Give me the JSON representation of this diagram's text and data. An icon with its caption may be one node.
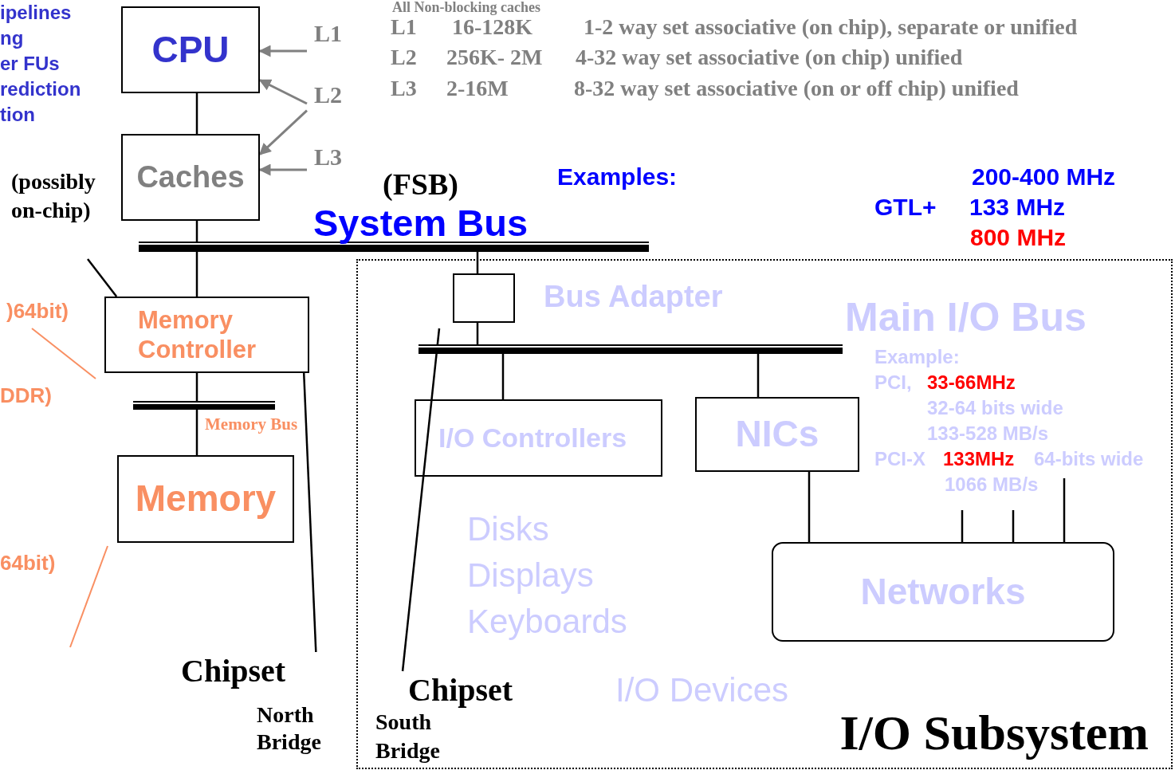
{
  "diagram": {
    "nodes": [
      {
        "text": [
          "CPU"
        ]
      },
      {
        "text": [
          "Caches"
        ],
        "beside": [
          "(possibly on-chip)"
        ]
      },
      {
        "text": [],
        "shape": "bar"
      },
      {
        "text": [
          "Memory Controller"
        ]
      },
      {
        "text": [],
        "shape": "bar"
      },
      {
        "text": [
          "Memory"
        ]
      },
      {
        "text": [
          "I/O Subsystem"
        ]
      },
      {
        "text": [],
        "shape": "box",
        "in": 6,
        "beside": [
          "Bus Adapter"
        ]
      },
      {
        "text": [],
        "shape": "bar",
        "in": 6
      },
      {
        "text": [
          "I/O Controllers"
        ],
        "in": 6
      },
      {
        "text": [
          "NICs"
        ],
        "in": 6
      },
      {
        "text": [
          "Networks"
        ],
        "in": 6
      },
      {
        "text": [
          "Chipset",
          "North Bridge"
        ]
      },
      {
        "text": [
          "Chipset",
          "South Bridge"
        ],
        "in": 6
      },
      {
        "text": [
          "L1"
        ]
      },
      {
        "text": [
          "L2"
        ]
      },
      {
        "text": [
          "L3"
        ]
      }
    ],
    "edges": [
      {
        "from": 0,
        "to": 1,
        "arrow": "none"
      },
      {
        "from": 1,
        "to": 2,
        "arrow": "none"
      },
      {
        "from": 2,
        "to": 3,
        "arrow": "none"
      },
      {
        "from": 3,
        "to": 4,
        "arrow": "none"
      },
      {
        "from": 4,
        "to": 5,
        "arrow": "none"
      },
      {
        "from": 2,
        "to": 7,
        "arrow": "none"
      },
      {
        "from": 7,
        "to": 8,
        "arrow": "none"
      },
      {
        "from": 8,
        "to": 9,
        "arrow": "none"
      },
      {
        "from": 8,
        "to": 10,
        "arrow": "none"
      },
      {
        "from": 10,
        "to": 11,
        "arrow": "none"
      },
      {
        "from": null,
        "to": 11,
        "arrow": "none"
      },
      {
        "from": null,
        "to": 11,
        "arrow": "none"
      },
      {
        "from": null,
        "to": 11,
        "arrow": "none"
      },
      {
        "from": null,
        "to": 3,
        "arrow": "none"
      },
      {
        "from": 12,
        "to": 3,
        "arrow": "none"
      },
      {
        "from": 13,
        "to": null,
        "arrow": "none"
      },
      {
        "from": 14,
        "to": 0,
        "arrow": "to",
        "color": "#808080"
      },
      {
        "from": 15,
        "to": 0,
        "arrow": "to",
        "color": "#808080"
      },
      {
        "from": 15,
        "to": 1,
        "arrow": "to",
        "color": "#808080"
      },
      {
        "from": 16,
        "to": 1,
        "arrow": "to",
        "color": "#808080"
      }
    ],
    "labels": [
      "ipelines",
      "ng",
      "er FUs",
      "rediction",
      "tion",
      "All Non-blocking caches",
      "L1",
      "16-128K",
      "1-2 way set associative (on chip), separate or unified",
      "L2",
      "256K- 2M",
      "4-32 way set associative  (on chip) unified",
      "L3",
      "2-16M",
      "8-32  way set associative  (on or off chip) unified",
      "(FSB)",
      "System Bus",
      "Examples:",
      "200-400 MHz",
      "GTL+",
      "133 MHz",
      "800 MHz",
      ")64bit)",
      "DDR)",
      "Memory Bus",
      "64bit)",
      "Main I/O Bus",
      "Example:",
      "PCI,",
      "33-66MHz",
      "32-64 bits wide",
      "133-528 MB/s",
      "PCI-X",
      "133MHz",
      "64-bits wide",
      "1066 MB/s",
      "Disks",
      "Displays",
      "Keyboards",
      "I/O Devices"
    ]
  }
}
